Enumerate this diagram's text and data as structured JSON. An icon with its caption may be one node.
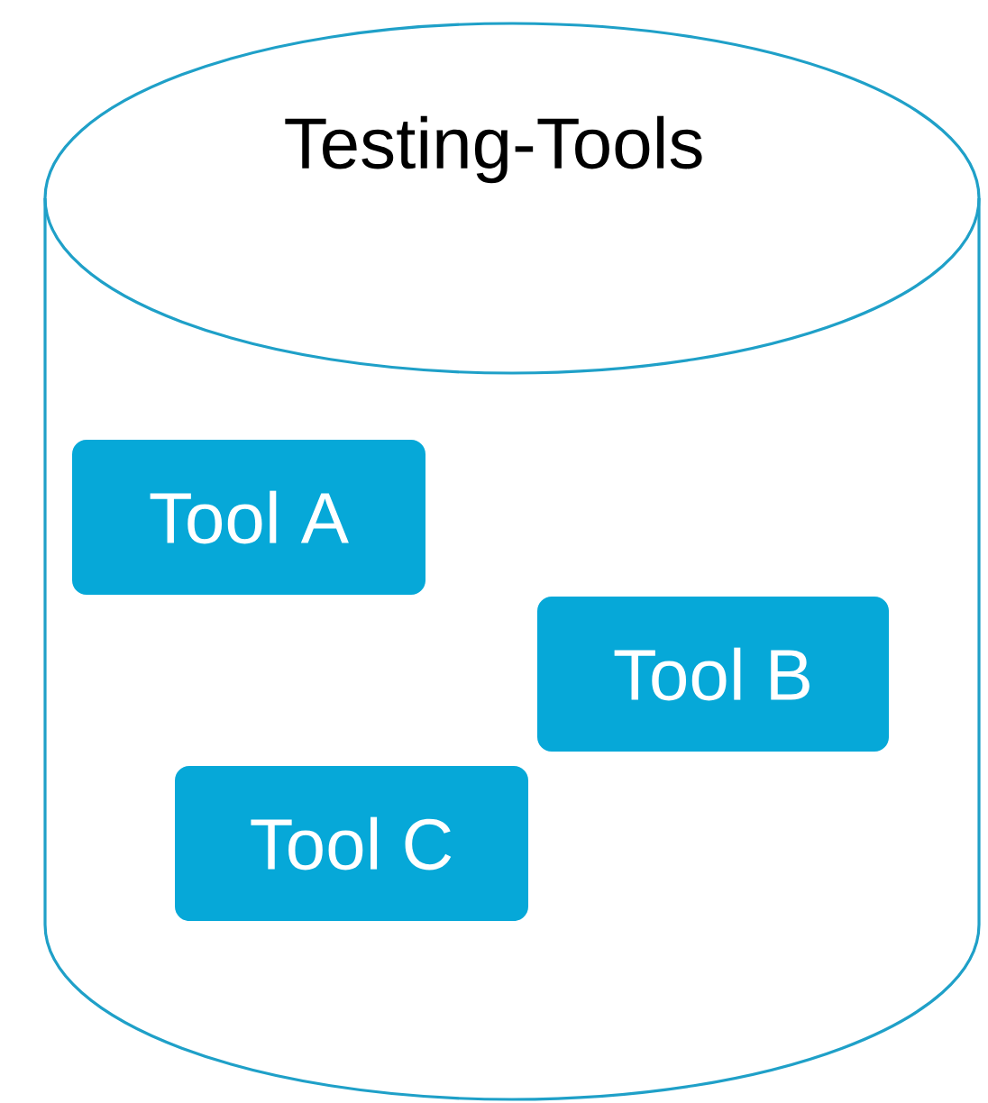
{
  "diagram": {
    "nodes": [
      {
        "text": [
          "Testing-Tools"
        ]
      },
      {
        "text": [
          "Tool A"
        ],
        "in": 0
      },
      {
        "text": [
          "Tool B"
        ],
        "in": 0
      },
      {
        "text": [
          "Tool C"
        ],
        "in": 0
      }
    ]
  }
}
